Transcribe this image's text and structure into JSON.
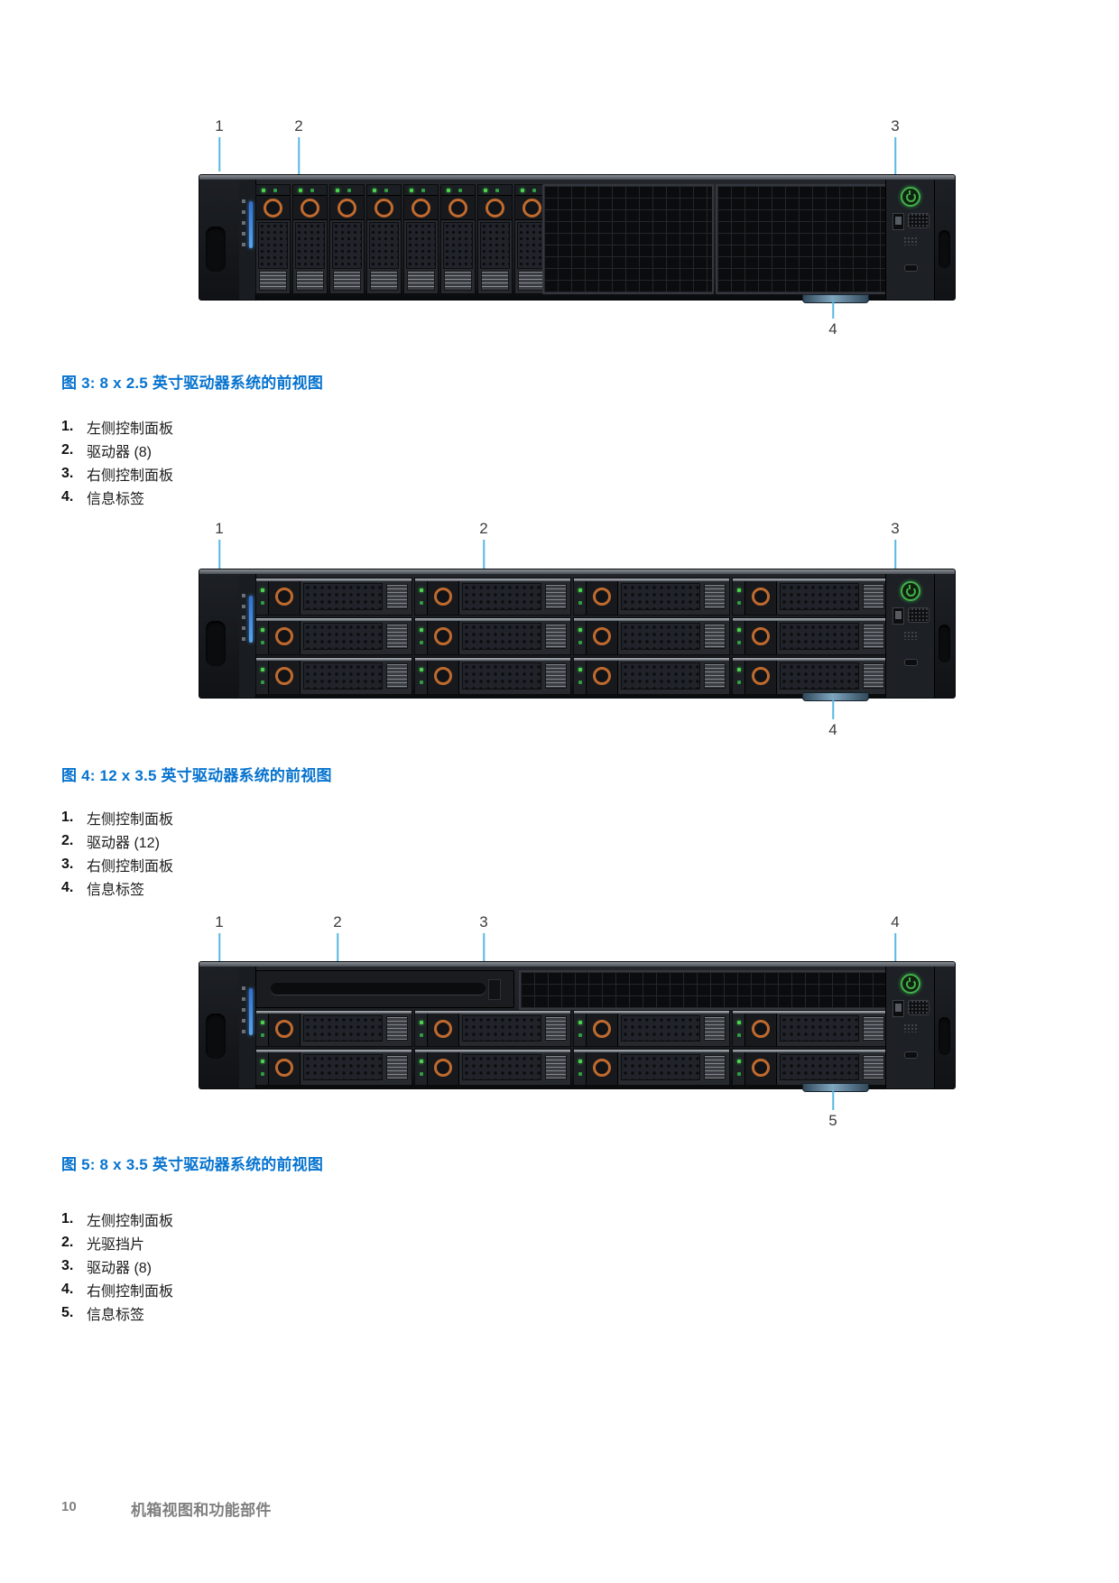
{
  "figures": [
    {
      "caption": "图 3: 8 x 2.5 英寸驱动器系统的前视图",
      "callouts": {
        "c1": "1",
        "c2": "2",
        "c3": "3",
        "c4": "4"
      },
      "items": [
        {
          "num": "1.",
          "text": "左侧控制面板"
        },
        {
          "num": "2.",
          "text": "驱动器 (8)"
        },
        {
          "num": "3.",
          "text": "右侧控制面板"
        },
        {
          "num": "4.",
          "text": "信息标签"
        }
      ]
    },
    {
      "caption": "图 4: 12 x 3.5 英寸驱动器系统的前视图",
      "callouts": {
        "c1": "1",
        "c2": "2",
        "c3": "3",
        "c4": "4"
      },
      "items": [
        {
          "num": "1.",
          "text": "左侧控制面板"
        },
        {
          "num": "2.",
          "text": "驱动器 (12)"
        },
        {
          "num": "3.",
          "text": "右侧控制面板"
        },
        {
          "num": "4.",
          "text": "信息标签"
        }
      ]
    },
    {
      "caption": "图 5: 8 x 3.5 英寸驱动器系统的前视图",
      "callouts": {
        "c1": "1",
        "c2": "2",
        "c3": "3",
        "c4": "4",
        "c5": "5"
      },
      "items": [
        {
          "num": "1.",
          "text": "左侧控制面板"
        },
        {
          "num": "2.",
          "text": "光驱挡片"
        },
        {
          "num": "3.",
          "text": "驱动器 (8)"
        },
        {
          "num": "4.",
          "text": "右侧控制面板"
        },
        {
          "num": "5.",
          "text": "信息标签"
        }
      ]
    }
  ],
  "footer": {
    "page_number": "10",
    "title": "机箱视图和功能部件"
  },
  "colors": {
    "caption_blue": "#0673cf",
    "callout_line_blue": "#58b7e2",
    "footer_gray": "#7f7f7f"
  }
}
